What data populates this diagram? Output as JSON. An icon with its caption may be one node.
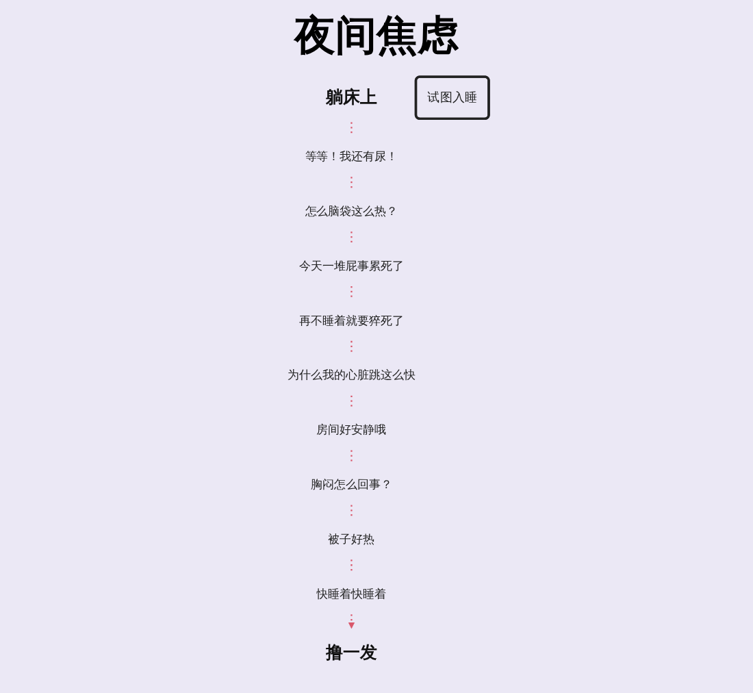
{
  "diagram": {
    "title": "夜间焦虑",
    "nodes": [
      {
        "text": [
          "躺床上"
        ]
      },
      {
        "text": [
          "撸一发"
        ]
      },
      {
        "text": [
          "再不睡着就要猝死了"
        ]
      },
      {
        "text": [
          "为什么我的心脏跳这么快"
        ]
      },
      {
        "text": [
          "房间好安静哦"
        ]
      },
      {
        "text": [
          "等等！我还有尿！"
        ]
      },
      {
        "text": [
          "试图入睡"
        ]
      },
      {
        "text": [
          "快睡着快睡着"
        ]
      },
      {
        "text": [
          "胸闷怎么回事？"
        ]
      },
      {
        "text": [
          "今天一堆屁事累死了"
        ]
      },
      {
        "text": [
          "怎么脑袋这么热？"
        ]
      },
      {
        "text": [
          "被子好热"
        ]
      }
    ],
    "edges": [
      {
        "from": 0,
        "to": 5,
        "arrow": "none",
        "style": "dashed"
      },
      {
        "from": 5,
        "to": 10,
        "arrow": "none",
        "style": "dashed"
      },
      {
        "from": 10,
        "to": 9,
        "arrow": "none",
        "style": "dashed"
      },
      {
        "from": 9,
        "to": 2,
        "arrow": "none",
        "style": "dashed"
      },
      {
        "from": 2,
        "to": 3,
        "arrow": "none",
        "style": "dashed"
      },
      {
        "from": 3,
        "to": 4,
        "arrow": "none",
        "style": "dashed"
      },
      {
        "from": 4,
        "to": 8,
        "arrow": "none",
        "style": "dashed"
      },
      {
        "from": 8,
        "to": 11,
        "arrow": "none",
        "style": "dashed"
      },
      {
        "from": 11,
        "to": 7,
        "arrow": "none",
        "style": "dashed"
      },
      {
        "from": 7,
        "to": 1,
        "arrow": "to",
        "style": "dashed"
      }
    ]
  }
}
